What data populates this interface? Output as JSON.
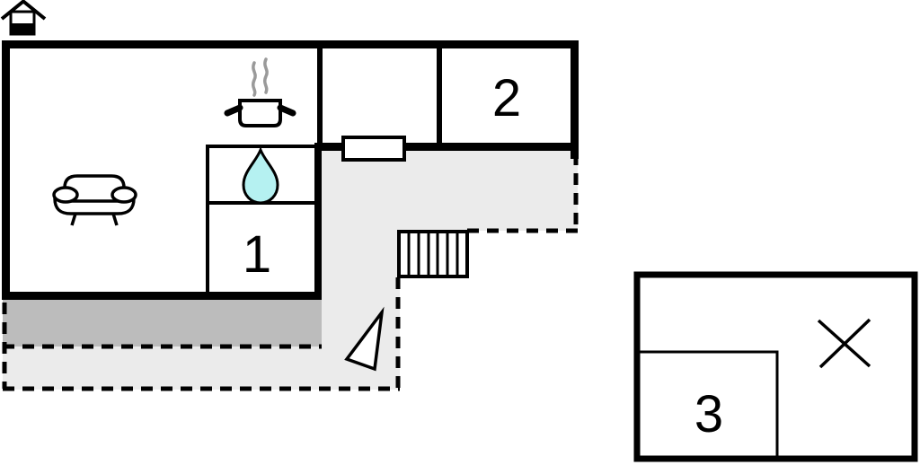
{
  "floorplan": {
    "type": "floor-plan",
    "rooms": [
      {
        "id": 1,
        "label": "1"
      },
      {
        "id": 2,
        "label": "2"
      },
      {
        "id": 3,
        "label": "3"
      }
    ],
    "icons": {
      "entrance": "house-entrance-icon",
      "kitchen": "cooking-pot-icon",
      "bathroom": "water-drop-icon",
      "living_room": "sofa-icon",
      "stairs": "stairs-icon",
      "direction": "direction-arrow-icon",
      "annex_mark": "cross-mark-icon",
      "window": "window-icon"
    },
    "colors": {
      "wall": "#000000",
      "terrace_light": "#ebebeb",
      "terrace_dark": "#bcbcbc",
      "water": "#b5f1f1",
      "steam": "#9a9a9a",
      "background": "#ffffff"
    }
  }
}
